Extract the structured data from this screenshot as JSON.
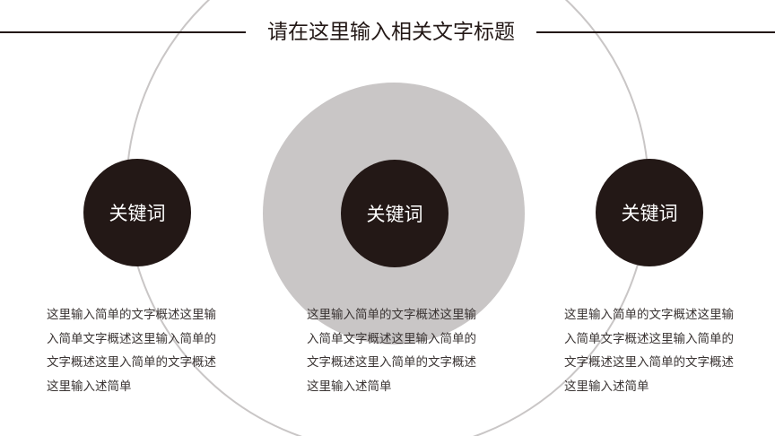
{
  "title": "请在这里输入相关文字标题",
  "colors": {
    "dark": "#231816",
    "gray": "#c9c6c6",
    "background": "#ffffff"
  },
  "items": [
    {
      "keyword": "关键词",
      "text": "这里输入简单的文字概述这里输入简单文字概述这里输入简单的文字概述这里入简单的文字概述这里输入述简单"
    },
    {
      "keyword": "关键词",
      "text": "这里输入简单的文字概述这里输入简单文字概述这里输入简单的文字概述这里入简单的文字概述这里输入述简单"
    },
    {
      "keyword": "关键词",
      "text": "这里输入简单的文字概述这里输入简单文字概述这里输入简单的文字概述这里入简单的文字概述这里输入述简单"
    }
  ]
}
